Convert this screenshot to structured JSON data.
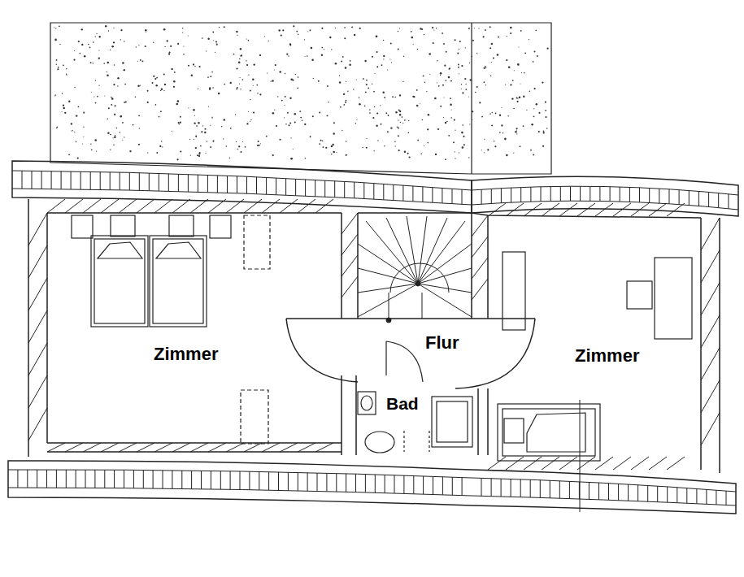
{
  "diagram": {
    "labels": [
      "Zimmer",
      "Flur",
      "Bad",
      "Zimmer"
    ]
  }
}
